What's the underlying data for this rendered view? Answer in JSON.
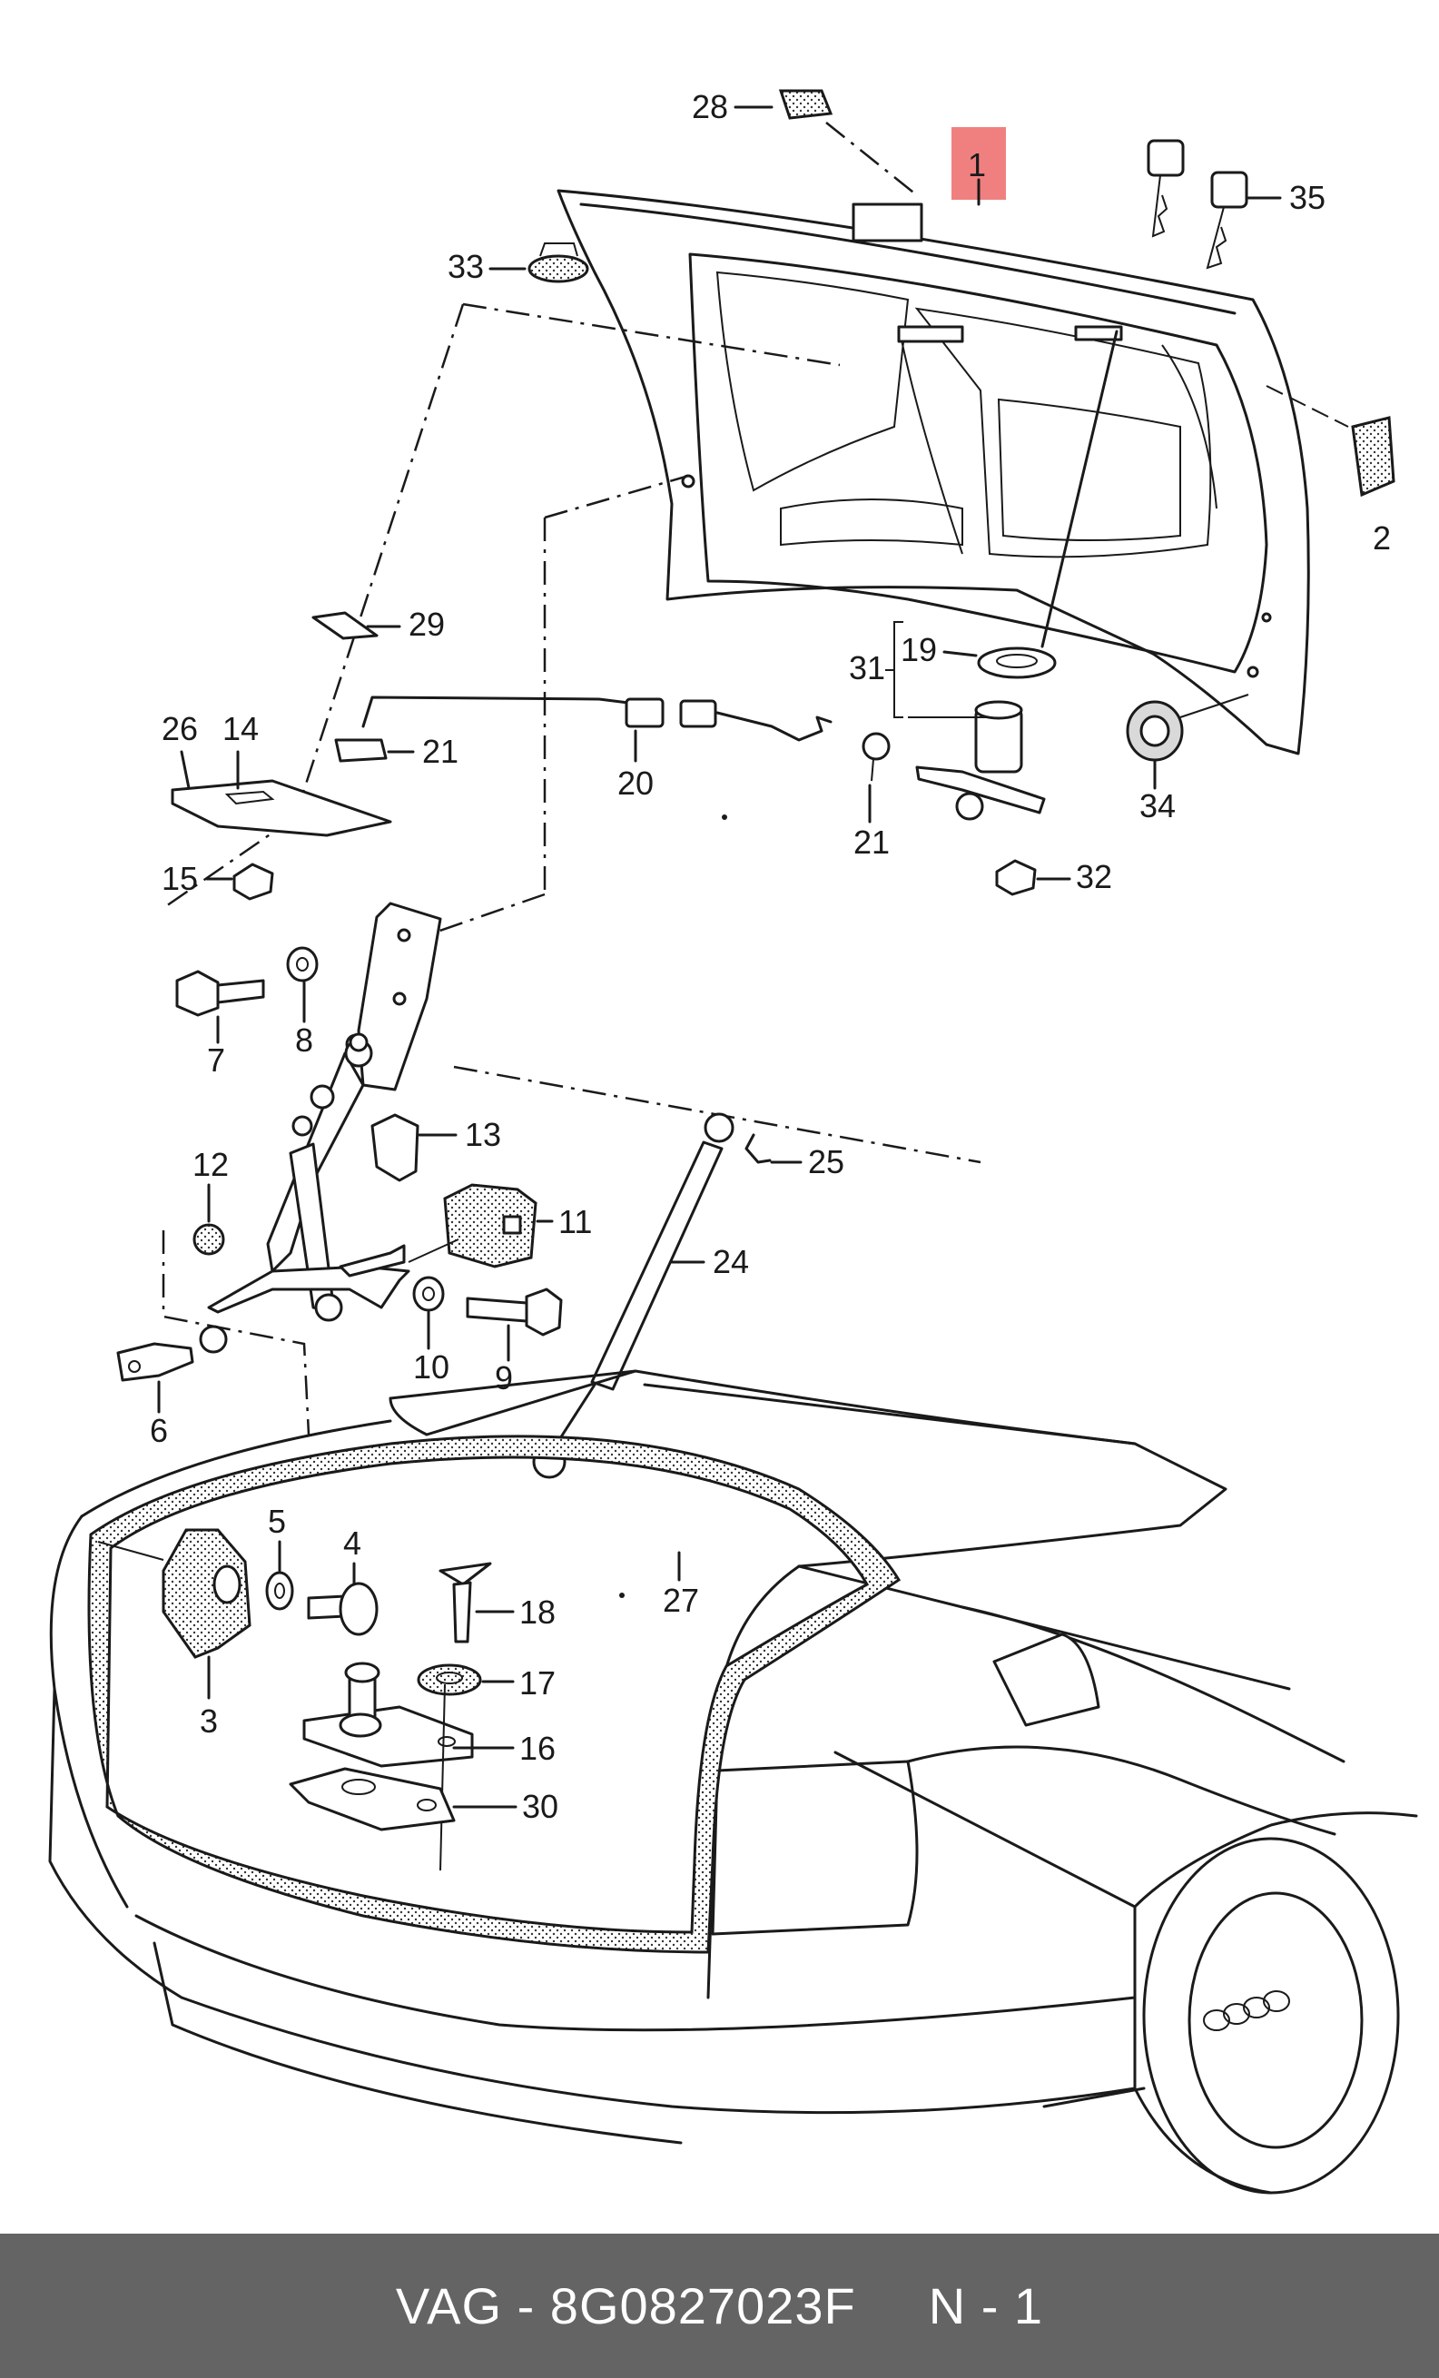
{
  "diagram": {
    "labels": {
      "p1": "1",
      "p2": "2",
      "p3": "3",
      "p4": "4",
      "p5": "5",
      "p6": "6",
      "p7": "7",
      "p8": "8",
      "p9": "9",
      "p10": "10",
      "p11": "11",
      "p12": "12",
      "p13": "13",
      "p14": "14",
      "p15": "15",
      "p16": "16",
      "p17": "17",
      "p18": "18",
      "p19": "19",
      "p20": "20",
      "p21a": "21",
      "p21b": "21",
      "p24": "24",
      "p25": "25",
      "p26": "26",
      "p27": "27",
      "p28": "28",
      "p29": "29",
      "p30": "30",
      "p31": "31",
      "p32": "32",
      "p33": "33",
      "p34": "34",
      "p35": "35"
    },
    "highlight_color": "#f08080",
    "brand_logo": "audi-rings"
  },
  "footer": {
    "part_code": "VAG - 8G0827023F",
    "position": "N - 1"
  }
}
